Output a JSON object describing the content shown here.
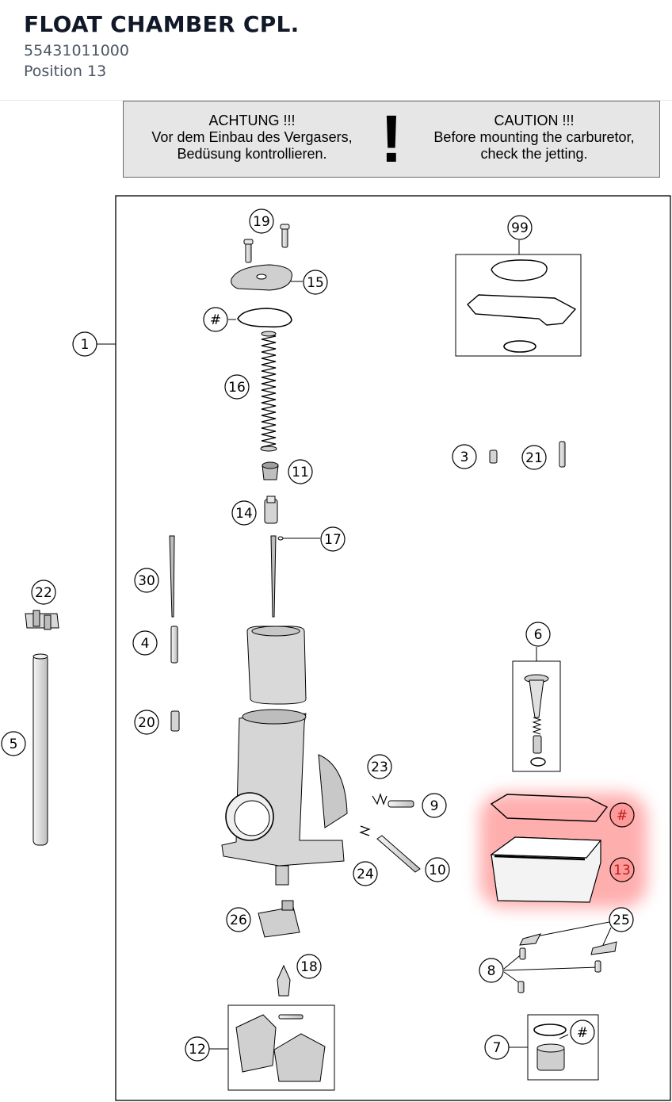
{
  "header": {
    "title": "FLOAT CHAMBER CPL.",
    "part_number": "55431011000",
    "position": "Position 13"
  },
  "caution": {
    "german_title": "ACHTUNG !!!",
    "german_line1": "Vor dem Einbau des Vergasers,",
    "german_line2": "Bedüsung kontrollieren.",
    "symbol": "!",
    "english_title": "CAUTION !!!",
    "english_line1": "Before mounting the carburetor,",
    "english_line2": "check the jetting."
  },
  "callouts": [
    {
      "label": "1"
    },
    {
      "label": "19"
    },
    {
      "label": "15"
    },
    {
      "label": "#"
    },
    {
      "label": "16"
    },
    {
      "label": "11"
    },
    {
      "label": "14"
    },
    {
      "label": "17"
    },
    {
      "label": "30"
    },
    {
      "label": "4"
    },
    {
      "label": "20"
    },
    {
      "label": "22"
    },
    {
      "label": "5"
    },
    {
      "label": "99"
    },
    {
      "label": "3"
    },
    {
      "label": "21"
    },
    {
      "label": "6"
    },
    {
      "label": "23"
    },
    {
      "label": "9"
    },
    {
      "label": "24"
    },
    {
      "label": "10"
    },
    {
      "label": "#"
    },
    {
      "label": "13"
    },
    {
      "label": "25"
    },
    {
      "label": "8"
    },
    {
      "label": "26"
    },
    {
      "label": "18"
    },
    {
      "label": "12"
    },
    {
      "label": "7"
    },
    {
      "label": "#"
    }
  ],
  "highlight": {
    "color": "#ff9a9a",
    "text_color": "#b91c1c",
    "labels": [
      "#",
      "13"
    ]
  }
}
